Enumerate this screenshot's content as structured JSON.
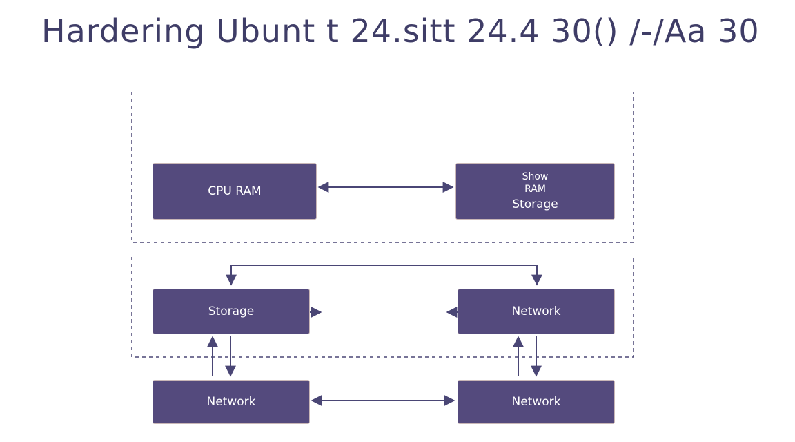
{
  "title": "Hardering Ubunt t 24.sitt 24.4 30() /-/Aa 30",
  "colors": {
    "box_fill": "#544a7d",
    "box_border": "#c9b7b7",
    "line": "#4a4675",
    "title": "#3f3d67"
  },
  "nodes": {
    "cpu_ram": {
      "label": "CPU RAM"
    },
    "show_ram_storage": {
      "line1": "Show",
      "line2": "RAM",
      "line3": "Storage"
    },
    "storage": {
      "label": "Storage"
    },
    "network_mid": {
      "label": "Network"
    },
    "network_bottom_left": {
      "label": "Network"
    },
    "network_bottom_right": {
      "label": "Network"
    }
  }
}
